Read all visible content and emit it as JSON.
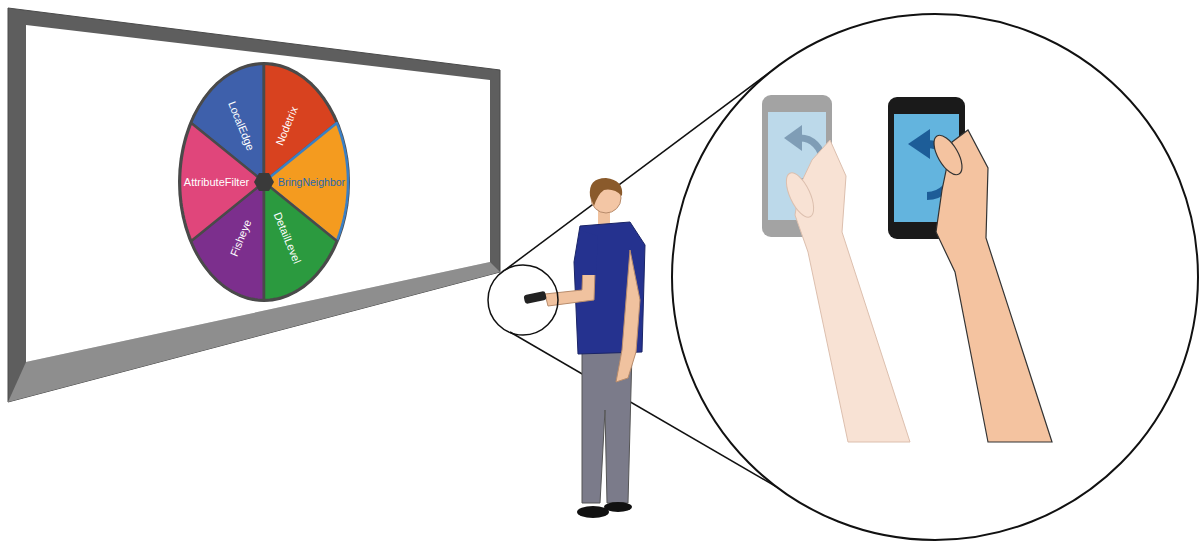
{
  "diagram": {
    "nodes": [
      {
        "text": [
          "LocalEdge"
        ]
      },
      {
        "text": [
          "Nodetrix"
        ]
      },
      {
        "text": [
          "BringNeighbor"
        ]
      },
      {
        "text": [
          "DetailLevel"
        ]
      },
      {
        "text": [
          "Fisheye"
        ]
      },
      {
        "text": [
          "AttributeFilter"
        ]
      }
    ]
  }
}
